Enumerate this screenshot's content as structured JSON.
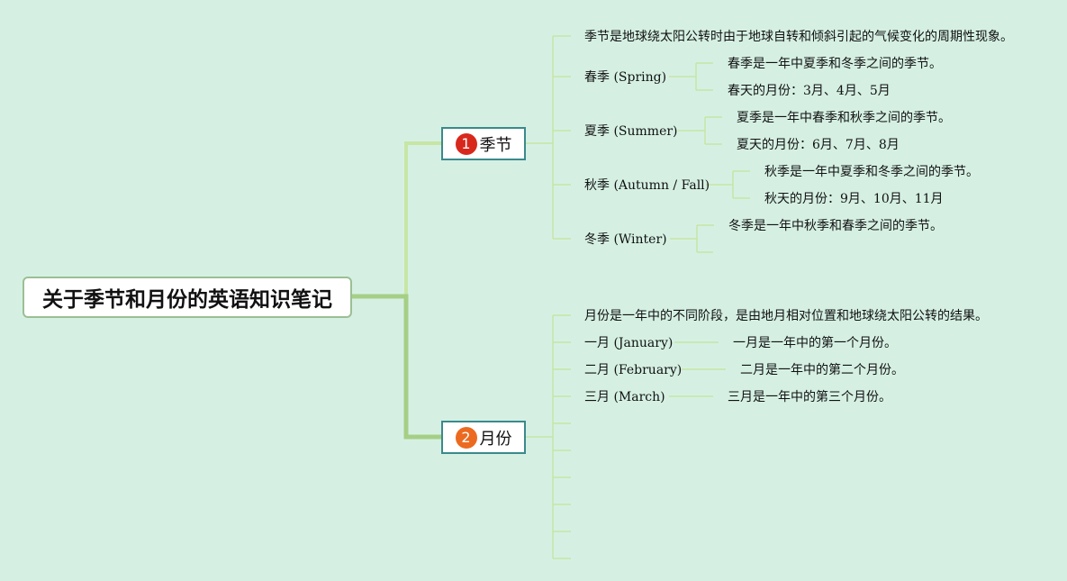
{
  "root": {
    "title": "关于季节和月份的英语知识笔记"
  },
  "colors": {
    "background": "#d5f0e3",
    "main_link": "#a6cf86",
    "light_link": "#c7e6a4",
    "badge_1": "#d8281c",
    "badge_2": "#ec6a1f"
  },
  "seasons": {
    "number": "1",
    "title": "季节",
    "intro": "季节是地球绕太阳公转时由于地球自转和倾斜引起的气候变化的周期性现象。",
    "items": [
      {
        "label": "春季 (Spring)",
        "details": [
          "春季是一年中夏季和冬季之间的季节。",
          "春天的月份：3月、4月、5月"
        ]
      },
      {
        "label": "夏季 (Summer)",
        "details": [
          "夏季是一年中春季和秋季之间的季节。",
          "夏天的月份：6月、7月、8月"
        ]
      },
      {
        "label": "秋季 (Autumn / Fall)",
        "details": [
          "秋季是一年中夏季和冬季之间的季节。",
          "秋天的月份：9月、10月、11月"
        ]
      },
      {
        "label": "冬季 (Winter)",
        "details": [
          "冬季是一年中秋季和春季之间的季节。"
        ]
      }
    ]
  },
  "months": {
    "number": "2",
    "title": "月份",
    "intro": "月份是一年中的不同阶段，是由地月相对位置和地球绕太阳公转的结果。",
    "items": [
      {
        "label": "一月 (January)",
        "detail": "一月是一年中的第一个月份。"
      },
      {
        "label": "二月 (February)",
        "detail": "二月是一年中的第二个月份。"
      },
      {
        "label": "三月 (March)",
        "detail": "三月是一年中的第三个月份。"
      }
    ]
  }
}
